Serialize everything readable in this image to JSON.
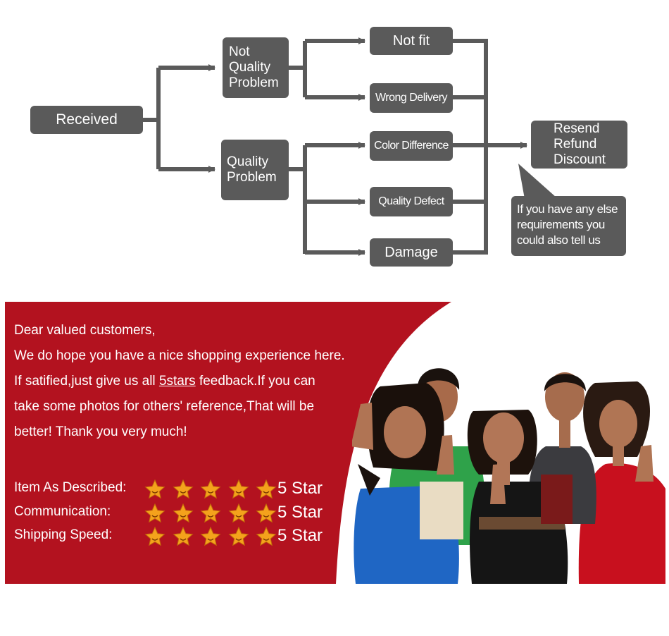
{
  "flow": {
    "received": "Received",
    "not_quality_problem": [
      "Not",
      "Quality",
      "Problem"
    ],
    "quality_problem": [
      "Quality",
      "Problem"
    ],
    "not_fit": "Not fit",
    "wrong_delivery": "Wrong Delivery",
    "color_difference": "Color Difference",
    "quality_defect": "Quality Defect",
    "damage": "Damage",
    "solutions": [
      "Resend",
      "Refund",
      "Discount"
    ],
    "note": [
      "If you have any else",
      "requirements you",
      "could also tell us"
    ]
  },
  "banner": {
    "greeting": "Dear valued customers,",
    "line2": "We do hope you have a nice shopping experience here.",
    "line3_before": "If satified,just give us all ",
    "line3_link": "5stars",
    "line3_after": " feedback.If you can",
    "line4": "take some photos for others' reference,That will be",
    "line5": "better! Thank you very much!",
    "ratings": [
      {
        "label": "Item As Described:",
        "stars": 5,
        "value": "5 Star"
      },
      {
        "label": "Communication:",
        "stars": 5,
        "value": "5 Star"
      },
      {
        "label": "Shipping Speed:",
        "stars": 5,
        "value": "5 Star"
      }
    ],
    "photo_icon": "group-of-students-thumbs-up"
  },
  "colors": {
    "box": "#5a5a5a",
    "banner_red": "#b3121f",
    "star_fill": "#f4a21c"
  }
}
